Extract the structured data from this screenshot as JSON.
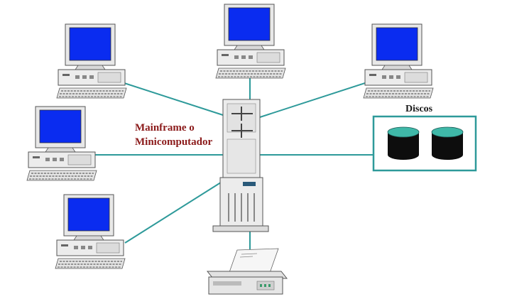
{
  "labels": {
    "mainframe_line1": "Mainframe o",
    "mainframe_line2": "Minicomputador",
    "disks_title": "Discos"
  },
  "colors": {
    "connector": "#2e9a9a",
    "screen": "#0a2cf0",
    "label": "#8b1a1a",
    "disk_top": "#3fb8a8",
    "disk_body": "#0d0d0d",
    "disk_box": "#2e9a9a"
  },
  "nodes": [
    {
      "name": "terminal-top-left",
      "type": "workstation"
    },
    {
      "name": "terminal-top-center",
      "type": "workstation"
    },
    {
      "name": "terminal-top-right",
      "type": "workstation"
    },
    {
      "name": "terminal-mid-left",
      "type": "workstation"
    },
    {
      "name": "terminal-bottom-left",
      "type": "workstation"
    },
    {
      "name": "mainframe",
      "type": "tower"
    },
    {
      "name": "printer",
      "type": "printer"
    },
    {
      "name": "disks",
      "type": "disk-array"
    }
  ]
}
